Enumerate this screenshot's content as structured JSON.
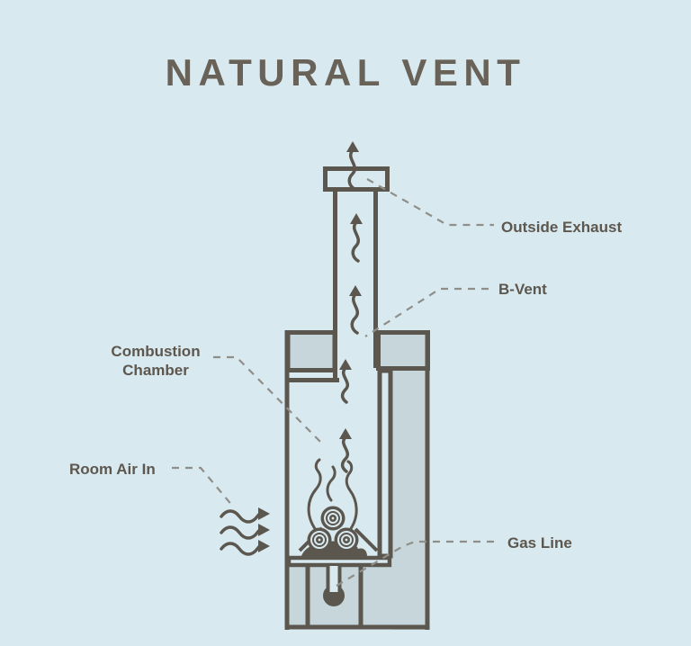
{
  "title": "NATURAL VENT",
  "colors": {
    "background": "#d8e9f0",
    "wall_fill": "#c6d6db",
    "ink": "#5b564e",
    "dash_line": "#8f8e89",
    "label_text": "#5d574e",
    "title_text": "#696258"
  },
  "labels": {
    "outside_exhaust": "Outside Exhaust",
    "b_vent": "B-Vent",
    "combustion_chamber": "Combustion Chamber",
    "room_air_in": "Room Air In",
    "gas_line": "Gas Line"
  },
  "icons": [
    "vent-cap-icon",
    "exhaust-flow-arrow-icon",
    "flue-flow-arrow-icon",
    "room-air-flow-arrows-icon",
    "flames-icon",
    "fire-logs-icon",
    "gas-pipe-icon"
  ]
}
